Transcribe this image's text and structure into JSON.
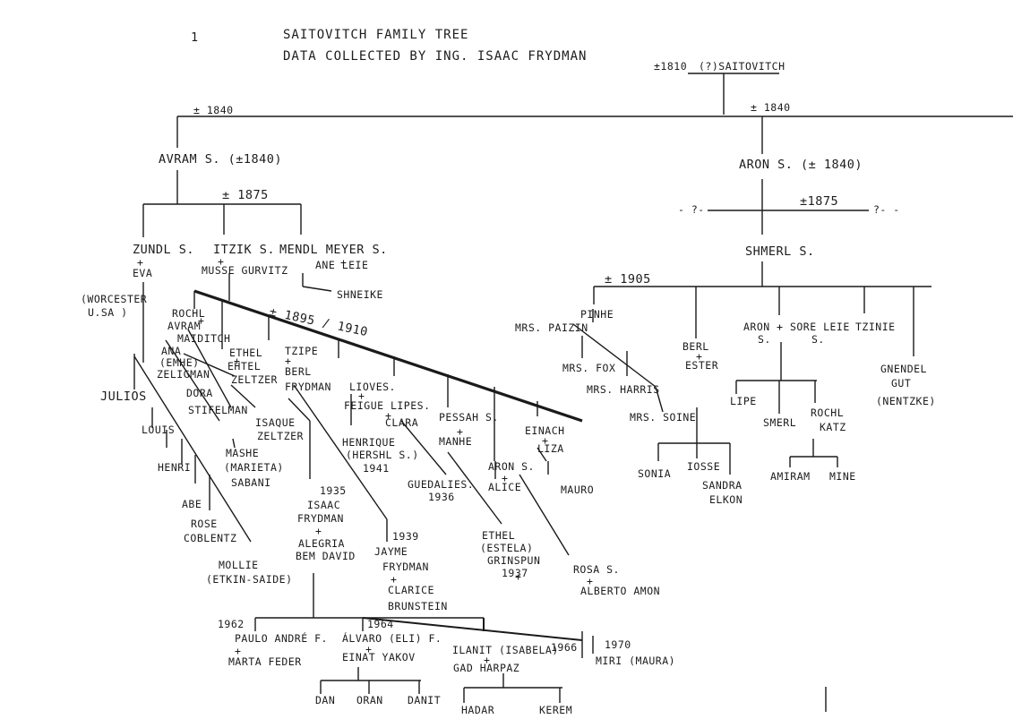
{
  "page_number": "1",
  "title": "SAITOVITCH FAMILY TREE",
  "subtitle": "DATA COLLECTED BY ING. ISAAC FRYDMAN",
  "dates": {
    "root": "±1810",
    "left_marriage": "± 1840",
    "right_marriage": "± 1840",
    "avram_children": "± 1875",
    "aron_children": "±1875",
    "itzik_children": "± 1895 / 1910",
    "shmerl_children": "± 1905",
    "isaac_year": "1935",
    "jayme_year": "1939",
    "paulo_year": "1962",
    "alvaro_year": "1964",
    "ilanit_year": "1966",
    "miri_year": "1970",
    "guedalies_year": "1936",
    "henrique_year": "1941",
    "ethel_estela_year": "1937"
  },
  "people": {
    "root": "(?)SAITOVITCH",
    "avram": "AVRAM S. (±1840)",
    "aron": "ARON S. (± 1840)",
    "unknown_left": "- ?-",
    "unknown_right": "?- -",
    "zundl": "ZUNDL S.",
    "eva": "EVA",
    "worcester_1": "(WORCESTER",
    "worcester_2": "U.SA )",
    "itzik": "ITZIK S.",
    "musse": "MUSSE GURVITZ",
    "mendl": "MENDL MEYER S.",
    "ane_leie": "ANE LEIE",
    "shneike": "SHNEIKE",
    "rochl_1": "ROCHL",
    "rochl_2": "AVRAM",
    "rochl_3": "MAIDITCH",
    "ana_1": "ANA",
    "ana_2": "(EMHE)",
    "ana_3": "ZELIGMAN",
    "ethel_1": "ETHEL",
    "ethel_2": "EHTEL",
    "ethel_3": "ZELTZER",
    "tzipe_1": "TZIPE",
    "tzipe_2": "BERL",
    "tzipe_3": "FRYDMAN",
    "lioves_1": "LIOVES.",
    "lioves_2": "FEIGUE LIPES.",
    "clara": "CLARA",
    "pessah_1": "PESSAH S.",
    "pessah_2": "MANHE",
    "einach_1": "EINACH",
    "einach_2": "LIZA",
    "julios": "JULIOS",
    "louis": "LOUIS",
    "dora_1": "DORA",
    "dora_2": "STIFELMAN",
    "isaque_1": "ISAQUE",
    "isaque_2": "ZELTZER",
    "masha_1": "MASHE",
    "masha_2": "(MARIETA)",
    "masha_3": "SABANI",
    "henri": "HENRI",
    "abe": "ABE",
    "rose_1": "ROSE",
    "rose_2": "COBLENTZ",
    "mollie_1": "MOLLIE",
    "mollie_2": "(ETKIN-SAIDE)",
    "henrique_1": "HENRIQUE",
    "henrique_2": "(HERSHL S.)",
    "guedalies": "GUEDALIES.",
    "aron_alice_1": "ARON S.",
    "aron_alice_2": "ALICE",
    "mauro": "MAURO",
    "ethel_estela_1": "ETHEL",
    "ethel_estela_2": "(ESTELA)",
    "ethel_estela_3": "GRINSPUN",
    "rosa_1": "ROSA S.",
    "rosa_2": "ALBERTO AMON",
    "isaac_1": "ISAAC",
    "isaac_2": "FRYDMAN",
    "isaac_3": "ALEGRIA",
    "isaac_4": "BEM DAVID",
    "jayme_1": "JAYME",
    "jayme_2": "FRYDMAN",
    "jayme_3": "CLARICE",
    "jayme_4": "BRUNSTEIN",
    "paulo_1": "PAULO ANDRÉ F.",
    "paulo_2": "MARTA FEDER",
    "alvaro_1": "ÁLVARO (ELI) F.",
    "alvaro_2": "EINAT YAKOV",
    "ilanit_1": "ILANIT (ISABELA)",
    "ilanit_2": "GAD  HARPAZ",
    "miri": "MIRI (MAURA)",
    "dan": "DAN",
    "oran": "ORAN",
    "danit": "DANIT",
    "hadar": "HADAR",
    "kerem": "KEREM",
    "shmerl": "SHMERL S.",
    "pinhe": "PINHE",
    "mrs_paizin": "MRS. PAIZIN",
    "mrs_fox": "MRS. FOX",
    "mrs_harris": "MRS. HARRIS",
    "mrs_soine": "MRS. SOINE",
    "berl_1": "BERL",
    "berl_2": "ESTER",
    "aron_sore_1": "ARON + SORE LEIE",
    "aron_sore_2": "S.",
    "aron_sore_3": "S.",
    "tzinie": "TZINIE",
    "gnendel_1": "GNENDEL",
    "gnendel_2": "GUT",
    "gnendel_3": "(NENTZKE)",
    "lipe": "LIPE",
    "smerl": "SMERL",
    "rochl_katz_1": "ROCHL",
    "rochl_katz_2": "KATZ",
    "sonia": "SONIA",
    "iosse": "IOSSE",
    "sandra_1": "SANDRA",
    "sandra_2": "ELKON",
    "amiram": "AMIRAM",
    "mine": "MINE"
  }
}
